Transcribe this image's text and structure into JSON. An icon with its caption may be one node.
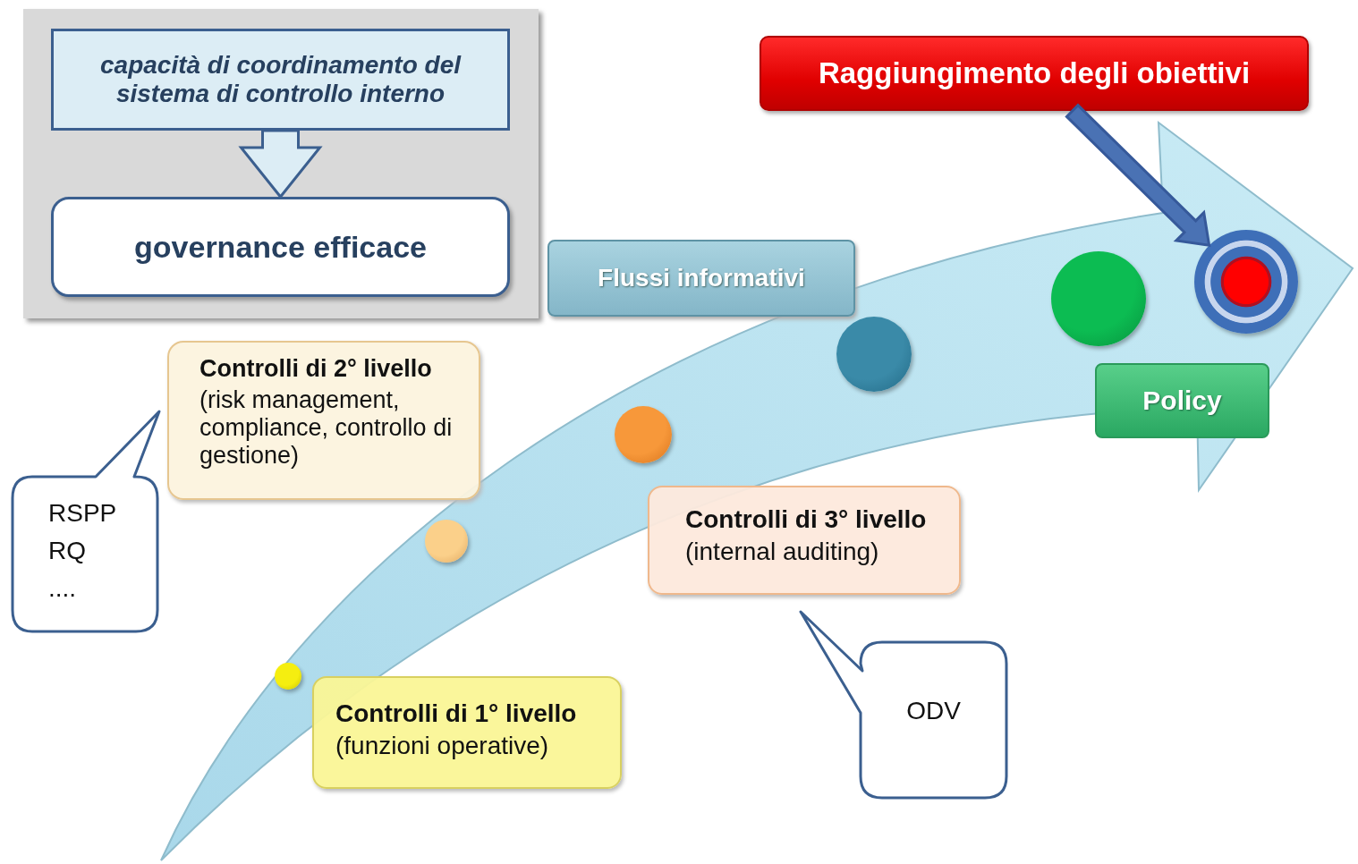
{
  "diagram": {
    "nodes": [
      {
        "text": [],
        "shape": "box"
      },
      {
        "text": [
          "capacità di coordinamento del sistema di controllo interno"
        ],
        "in": 0
      },
      {
        "text": [
          "governance efficace"
        ],
        "in": 0
      },
      {
        "text": [
          "Raggiungimento degli obiettivi"
        ]
      },
      {
        "text": [
          "Flussi informativi"
        ]
      },
      {
        "text": [
          "Controlli di 2° livello",
          "(risk management, compliance, controllo di gestione)"
        ]
      },
      {
        "text": [
          "RSPP RQ ...."
        ]
      },
      {
        "text": [
          "Controlli di 3° livello",
          "(internal auditing)"
        ]
      },
      {
        "text": [
          "ODV"
        ]
      },
      {
        "text": [
          "Controlli di 1° livello",
          "(funzioni operative)"
        ]
      },
      {
        "text": [
          "Policy"
        ]
      },
      {
        "text": [],
        "shape": "circle"
      },
      {
        "text": [],
        "shape": "circle"
      },
      {
        "text": [],
        "shape": "circle"
      },
      {
        "text": [],
        "shape": "circle"
      },
      {
        "text": [],
        "shape": "circle"
      },
      {
        "text": [],
        "shape": "circle"
      }
    ],
    "edges": [
      {
        "from": 1,
        "to": 2,
        "arrow": "to",
        "style": "thick",
        "color": "#dcedf5"
      },
      {
        "from": 3,
        "to": 16,
        "arrow": "to",
        "style": "thick",
        "color": "#4a72b4"
      }
    ]
  }
}
